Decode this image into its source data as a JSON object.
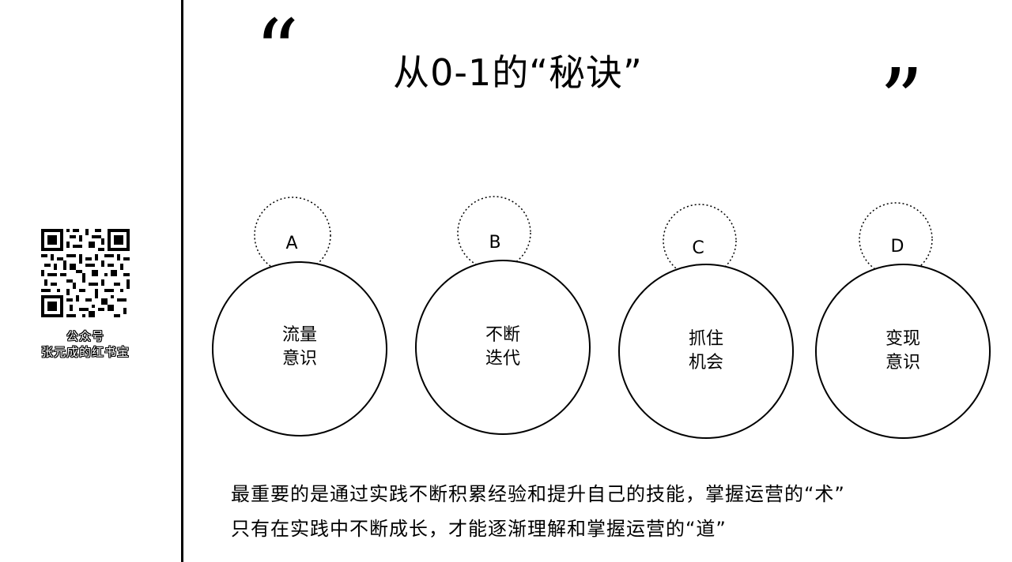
{
  "sidebar": {
    "qr_caption_line1": "公众号",
    "qr_caption_line2": "张元成的红书宝"
  },
  "header": {
    "open_quote": "“",
    "title": "从0-1的“秘诀”",
    "close_quote": "”"
  },
  "nodes": [
    {
      "letter": "A",
      "line1": "流量",
      "line2": "意识"
    },
    {
      "letter": "B",
      "line1": "不断",
      "line2": "迭代"
    },
    {
      "letter": "C",
      "line1": "抓住",
      "line2": "机会"
    },
    {
      "letter": "D",
      "line1": "变现",
      "line2": "意识"
    }
  ],
  "footer": {
    "line1": "最重要的是通过实践不断积累经验和提升自己的技能，掌握运营的“术”",
    "line2": "只有在实践中不断成长，才能逐渐理解和掌握运营的“道”"
  },
  "colors": {
    "ink": "#000000",
    "background": "#ffffff"
  }
}
